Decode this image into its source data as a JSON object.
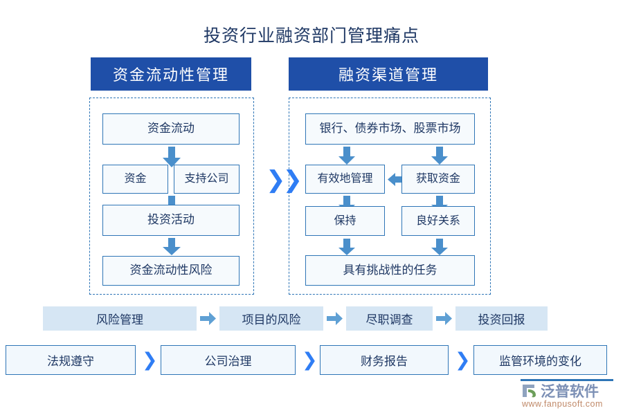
{
  "page": {
    "title": "投资行业融资部门管理痛点",
    "background": "#ffffff",
    "colors": {
      "header_bar": "#1f4fa8",
      "box_border": "#2e75b6",
      "box_fill": "#f6fafd",
      "arrow": "#4a8fcb",
      "chevron": "#2f7df4",
      "row_fill": "#d6e6f4",
      "text": "#1f3864"
    }
  },
  "columns": {
    "left": {
      "header": "资金流动性管理",
      "nodes": {
        "top": "资金流动",
        "mid_left": "资金",
        "mid_right": "支持公司",
        "third": "投资活动",
        "bottom": "资金流动性风险"
      }
    },
    "right": {
      "header": "融资渠道管理",
      "nodes": {
        "top": "银行、债券市场、股票市场",
        "mid_left": "有效地管理",
        "mid_right": "获取资金",
        "third_left": "保持",
        "third_right": "良好关系",
        "bottom": "具有挑战性的任务"
      }
    }
  },
  "divider": {
    "glyph": "❯❯"
  },
  "bottom_row_1": {
    "items": [
      {
        "label": "风险管理"
      },
      {
        "label": "项目的风险"
      },
      {
        "label": "尽职调查"
      },
      {
        "label": "投资回报"
      }
    ]
  },
  "bottom_row_2": {
    "separator": "❯",
    "items": [
      {
        "label": "法规遵守"
      },
      {
        "label": "公司治理"
      },
      {
        "label": "财务报告"
      },
      {
        "label": "监管环境的变化"
      }
    ]
  },
  "logo": {
    "brand": "泛普软件",
    "url": "www.fanpusoft.com"
  }
}
